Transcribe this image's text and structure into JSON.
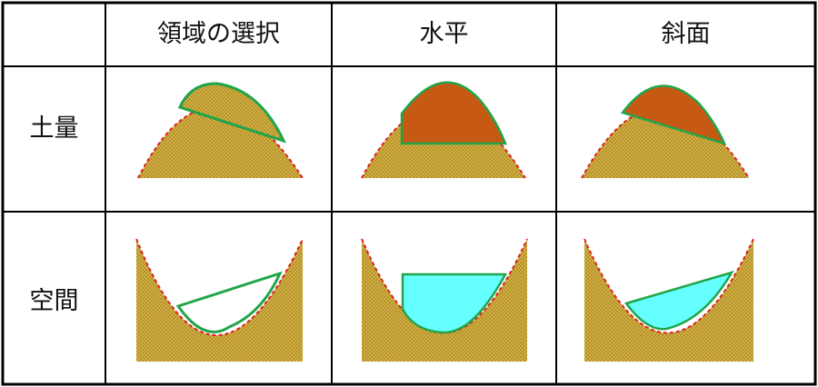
{
  "header": {
    "corner": "",
    "col1": "領域の選択",
    "col2": "水平",
    "col3": "斜面"
  },
  "rows": {
    "row1": "土量",
    "row2": "空間"
  },
  "colors": {
    "ground_fill": "#d4b13c",
    "ground_dots": "#8a6a2a",
    "boundary_dashed": "#dd1f1f",
    "selection_line": "#22a54a",
    "soil_volume_fill": "#c65a14",
    "space_volume_fill": "#66ffff",
    "grid_line": "#000000"
  },
  "icons": {
    "mound_selection": "mound-with-selection-region",
    "mound_horizontal": "mound-horizontal-cut",
    "mound_slope": "mound-slope-cut",
    "valley_selection": "valley-with-selection-region",
    "valley_horizontal": "valley-horizontal-fill",
    "valley_slope": "valley-slope-fill"
  }
}
